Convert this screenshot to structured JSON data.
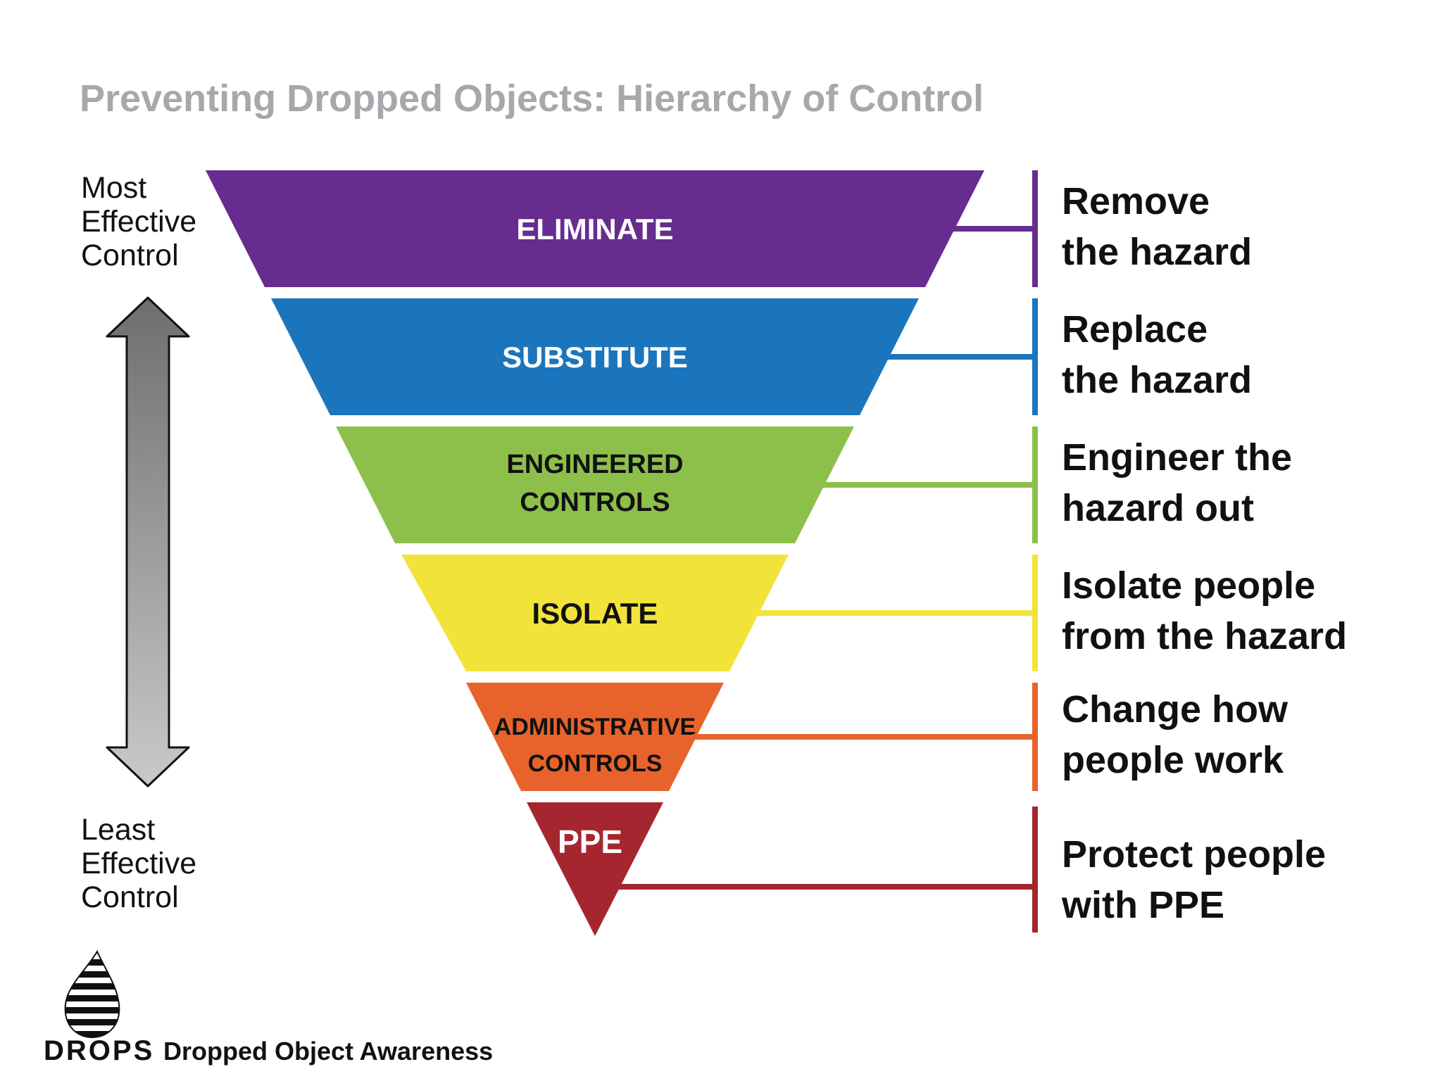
{
  "title": "Preventing Dropped Objects: Hierarchy of Control",
  "effectiveness_scale": {
    "most_label_lines": [
      "Most",
      "Effective",
      "Control"
    ],
    "least_label_lines": [
      "Least",
      "Effective",
      "Control"
    ]
  },
  "levels": [
    {
      "name": "eliminate",
      "label_lines": [
        "ELIMINATE"
      ],
      "description_lines": [
        "Remove",
        "the hazard"
      ],
      "color": "#662C8F",
      "label_color": "#FFFFFF"
    },
    {
      "name": "substitute",
      "label_lines": [
        "SUBSTITUTE"
      ],
      "description_lines": [
        "Replace",
        "the hazard"
      ],
      "color": "#1B75BC",
      "label_color": "#FFFFFF"
    },
    {
      "name": "engineered-controls",
      "label_lines": [
        "ENGINEERED",
        "CONTROLS"
      ],
      "description_lines": [
        "Engineer the",
        "hazard out"
      ],
      "color": "#8DC04A",
      "label_color": "#111111"
    },
    {
      "name": "isolate",
      "label_lines": [
        "ISOLATE"
      ],
      "description_lines": [
        "Isolate people",
        "from the hazard"
      ],
      "color": "#F2E33A",
      "label_color": "#111111"
    },
    {
      "name": "administrative-controls",
      "label_lines": [
        "ADMINISTRATIVE",
        "CONTROLS"
      ],
      "description_lines": [
        "Change how",
        "people work"
      ],
      "color": "#E8632C",
      "label_color": "#111111"
    },
    {
      "name": "ppe",
      "label_lines": [
        "PPE"
      ],
      "description_lines": [
        "Protect people",
        "with PPE"
      ],
      "color": "#A5262F",
      "label_color": "#FFFFFF"
    }
  ],
  "footer": {
    "logo_text": "DROPS",
    "tagline": "Dropped Object Awareness"
  },
  "palette": {
    "title_gray": "#A6A8AB",
    "text_black": "#111111",
    "arrow_dark": "#6E6E6E",
    "arrow_light": "#C9C9C9"
  }
}
